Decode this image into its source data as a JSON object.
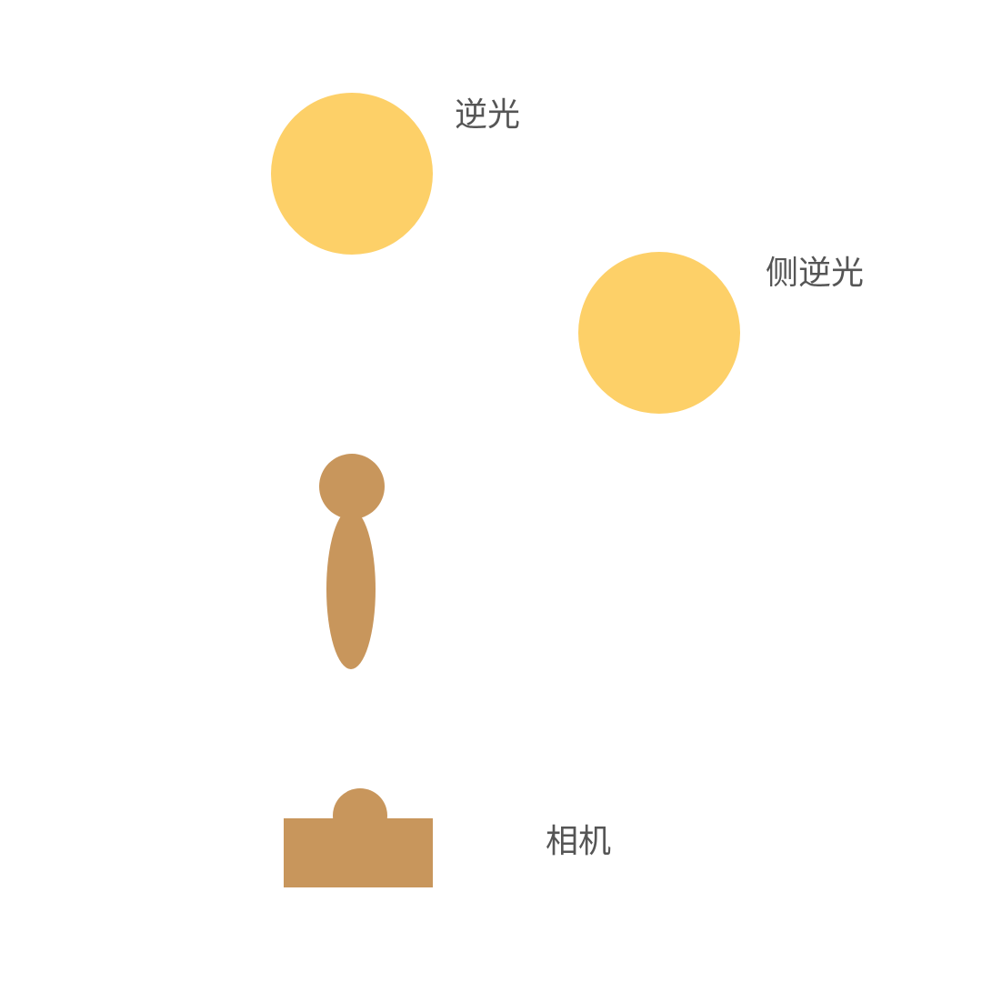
{
  "colors": {
    "background": "#ffffff",
    "light": "#FDD068",
    "subject": "#C8965C",
    "label_text": "#555555"
  },
  "labels": {
    "backlight": "逆光",
    "side_backlight": "侧逆光",
    "camera": "相机"
  },
  "icons": {
    "backlight": "circle-sun",
    "side_backlight": "circle-sun",
    "subject": "person-figure",
    "camera": "camera-shape"
  }
}
